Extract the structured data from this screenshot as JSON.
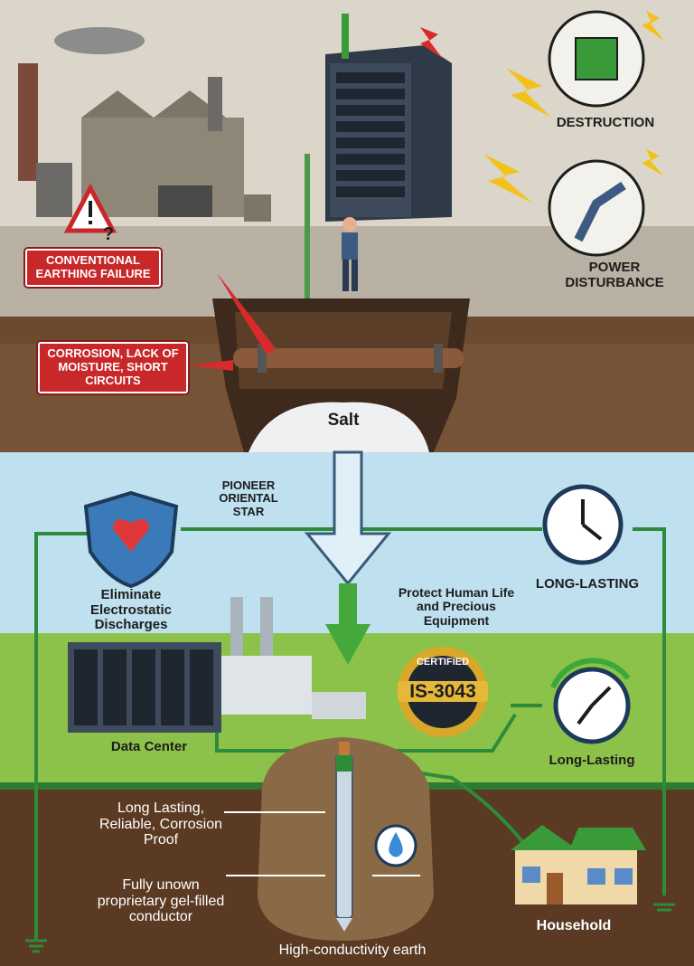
{
  "top_panel": {
    "warning_label": "CONVENTIONAL EARTHING FAILURE",
    "causes_label": "CORROSION, LACK OF MOISTURE, SHORT CIRCUITS",
    "salt_label": "Salt",
    "destruction_label": "DESTRUCTION",
    "power_label": "POWER DISTURBANCE",
    "question_mark": "?"
  },
  "bottom_panel": {
    "brand_label": "PIONEER ORIENTAL STAR",
    "shield_label": "Eliminate Electrostatic Discharges",
    "protect_label": "Protect Human Life and Precious Equipment",
    "long_lasting_caps": "LONG-LASTING",
    "long_lasting": "Long-Lasting",
    "certified_label": "CERTIFIED",
    "standard_label": "IS-3043",
    "data_center_label": "Data Center",
    "feature_1": "Long Lasting, Reliable, Corrosion Proof",
    "feature_2": "Fully unown proprietary gel-filled conductor",
    "household_label": "Household",
    "earth_label": "High-conductivity earth"
  },
  "colors": {
    "warning_red": "#c8282a",
    "wire_green": "#2e8b3a",
    "sky": "#bfe0ef",
    "soil": "#5a3a22"
  }
}
